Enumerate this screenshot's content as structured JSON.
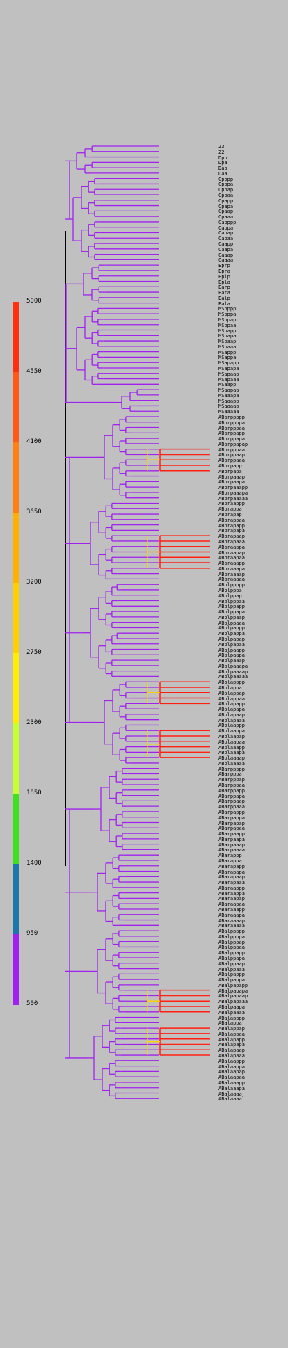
{
  "scale": {
    "ticks": [
      "5000",
      "4550",
      "4100",
      "3650",
      "3200",
      "2750",
      "2300",
      "1850",
      "1400",
      "950",
      "500"
    ],
    "colors": [
      "#ff3010",
      "#ff5818",
      "#ff8010",
      "#ffb000",
      "#ffd000",
      "#ffee00",
      "#c8ff30",
      "#40e020",
      "#1c78a8",
      "#a020f0"
    ]
  },
  "leaves": [
    "Z3",
    "Z2",
    "Dpp",
    "Dpa",
    "Dap",
    "Daa",
    "Cpppp",
    "Cpppa",
    "Cppap",
    "Cppaa",
    "Cpapp",
    "Cpapa",
    "Cpaap",
    "Cpaaa",
    "Capppp",
    "Cappa",
    "Capap",
    "Capaa",
    "Caapp",
    "Caapa",
    "Caaap",
    "Caaaa",
    "Eprp",
    "Epra",
    "Eplp",
    "Epla",
    "Earp",
    "Eara",
    "Ealp",
    "Eala",
    "MSpppp",
    "MSpppa",
    "MSppap",
    "MSppaa",
    "MSpapp",
    "MSpapa",
    "MSpaap",
    "MSpaaa",
    "MSappp",
    "MSappa",
    "MSapapp",
    "MSapapa",
    "MSapaap",
    "MSapaaa",
    "MSaapp",
    "MSaapap",
    "MSaaapa",
    "MSaaapp",
    "MSaaaap",
    "MSaaaaa",
    "ABprppppp",
    "ABprppppa",
    "ABprpppaa",
    "ABprppapp",
    "ABprppapa",
    "ABprppapap",
    "ABprpppaa",
    "ABprppaap",
    "ABprppaaa",
    "ABprpapp",
    "ABprpapa",
    "ABprpaaap",
    "ABprpaapa",
    "ABprpaaapp",
    "ABprpaaapa",
    "ABprpaaaaa",
    "ABpraappp",
    "ABprappa",
    "ABprapap",
    "ABprappaa",
    "ABprapapp",
    "ABprapapa",
    "ABprapaap",
    "ABprapaaa",
    "ABpraappa",
    "ABpraapap",
    "ABpraapaa",
    "ABpraaapp",
    "ABpraaapa",
    "ABpraaaap",
    "ABpraaaaa",
    "ABplppppp",
    "ABplpppa",
    "ABplppap",
    "ABplpppaa",
    "ABplppapp",
    "ABplppapa",
    "ABplppaap",
    "ABplppaaa",
    "ABplpappp",
    "ABplpappa",
    "ABplpapap",
    "ABplpapaa",
    "ABplpaapp",
    "ABplpaapa",
    "ABplpaaap",
    "ABplpaaapa",
    "ABplpaaaap",
    "ABplpaaaaa",
    "ABplapppp",
    "ABplappa",
    "ABplappap",
    "ABplappaa",
    "ABplapapp",
    "ABplapapa",
    "ABplapaap",
    "ABplapaaa",
    "ABplaappp",
    "ABplaappa",
    "ABplaapap",
    "ABplaapaa",
    "ABplaaapp",
    "ABplaaapa",
    "ABplaaaap",
    "ABplaaaaa",
    "ABarppppp",
    "ABarpppa",
    "ABarpppap",
    "ABarpppaa",
    "ABarppapp",
    "ABarppapa",
    "ABarppaap",
    "ABarppaaa",
    "ABarpappp",
    "ABarpappa",
    "ABarpapap",
    "ABarpapaa",
    "ABarpaapp",
    "ABarpaapa",
    "ABarpaaap",
    "ABarpaaaa",
    "ABarappp",
    "ABarappa",
    "ABarapapp",
    "ABarapapa",
    "ABarapaap",
    "ABarapaaa",
    "ABaraappp",
    "ABaraappa",
    "ABaraapap",
    "ABaraapaa",
    "ABaraaapp",
    "ABaraaapa",
    "ABaraaaap",
    "ABaraaaaa",
    "ABalppppp",
    "ABalppppa",
    "ABalpppap",
    "ABalpppaa",
    "ABalppapp",
    "ABalppapa",
    "ABalppaap",
    "ABalppaaa",
    "ABalpappp",
    "ABalpappa",
    "ABalpapapp",
    "ABalpapapa",
    "ABalpapaap",
    "ABalpapaaa",
    "ABalpaapa",
    "ABalpaaaa",
    "ABalapppp",
    "ABalappa",
    "ABalappap",
    "ABalappaa",
    "ABalapapp",
    "ABalapapa",
    "ABalapaap",
    "ABalapaaa",
    "ABalaappp",
    "ABalaappa",
    "ABalaapap",
    "ABalaapaa",
    "ABalaaapp",
    "ABalaaapa",
    "ABalaaaar",
    "ABalaaaal"
  ]
}
